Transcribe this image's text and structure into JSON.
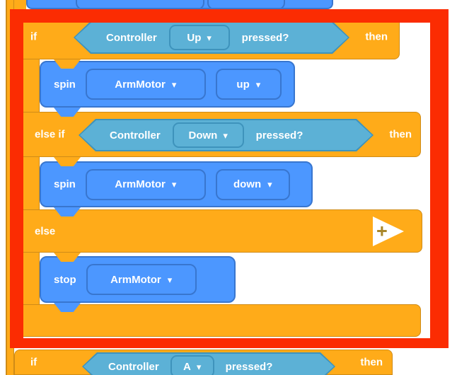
{
  "colors": {
    "block_orange": "#FFAB19",
    "orange_border": "#CF8B17",
    "block_blue": "#4C97FF",
    "blue_border": "#3876CF",
    "hex_teal": "#5CB1D6",
    "teal_border": "#3E93BC",
    "highlight_red": "#FB2C02",
    "flag_plus_color": "#A8862A",
    "text": "#FFFFFF"
  },
  "icons": {
    "dropdown_arrow": "▾",
    "expand_plus": "+"
  },
  "if_block": {
    "if_label": "if",
    "then_label": "then",
    "else_if_label": "else if",
    "else_label": "else",
    "condition_up": {
      "device": "Controller",
      "option": "Up",
      "question": "pressed?"
    },
    "condition_down": {
      "device": "Controller",
      "option": "Down",
      "question": "pressed?"
    },
    "spin_up": {
      "action": "spin",
      "motor": "ArmMotor",
      "direction": "up"
    },
    "spin_down": {
      "action": "spin",
      "motor": "ArmMotor",
      "direction": "down"
    },
    "stop": {
      "action": "stop",
      "motor": "ArmMotor"
    }
  },
  "next_block": {
    "if_label": "if",
    "then_label": "then",
    "condition": {
      "device": "Controller",
      "option": "A",
      "question": "pressed?"
    }
  }
}
